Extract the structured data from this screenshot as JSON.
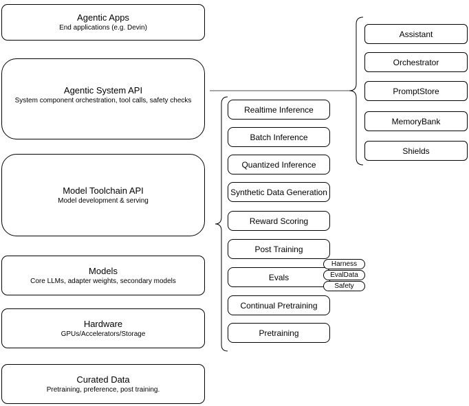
{
  "left_column": [
    {
      "title": "Agentic Apps",
      "subtitle": "End applications (e.g. Devin)"
    },
    {
      "title": "Agentic System API",
      "subtitle": "System component orchestration, tool calls, safety checks"
    },
    {
      "title": "Model Toolchain API",
      "subtitle": "Model development & serving"
    },
    {
      "title": "Models",
      "subtitle": "Core LLMs, adapter weights, secondary models"
    },
    {
      "title": "Hardware",
      "subtitle": "GPUs/Accelerators/Storage"
    },
    {
      "title": "Curated Data",
      "subtitle": "Pretraining, preference, post training."
    }
  ],
  "toolchain_items": [
    "Realtime Inference",
    "Batch Inference",
    "Quantized Inference",
    "Synthetic Data Generation",
    "Reward Scoring",
    "Post Training",
    "Evals",
    "Continual Pretraining",
    "Pretraining"
  ],
  "evals_tags": [
    "Harness",
    "EvalData",
    "Safety"
  ],
  "system_components": [
    "Assistant",
    "Orchestrator",
    "PromptStore",
    "MemoryBank",
    "Shields"
  ],
  "colors": {
    "stroke": "#000000",
    "fill": "#ffffff",
    "text": "#000000",
    "connector": "#4d4d4d"
  }
}
